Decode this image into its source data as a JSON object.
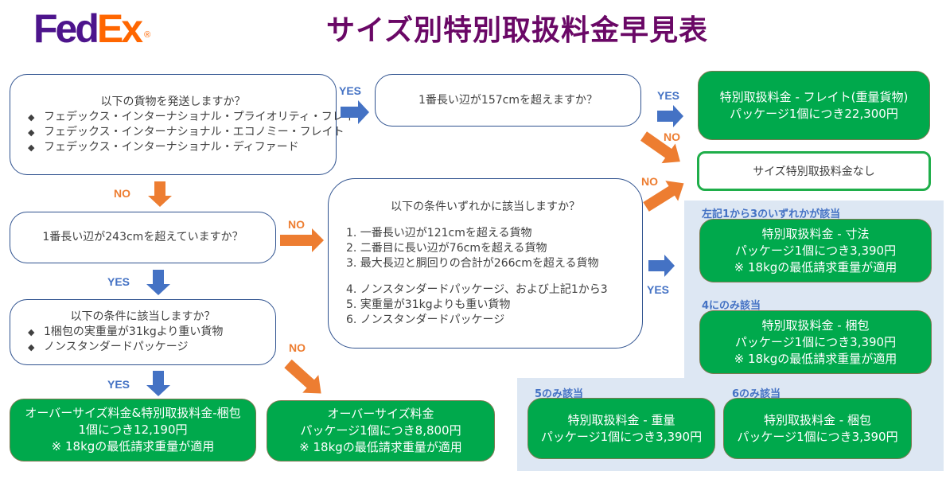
{
  "header": {
    "logo": {
      "fed": "Fed",
      "ex": "Ex",
      "reg": "®"
    },
    "title": "サイズ別特別取扱料金早見表"
  },
  "colors": {
    "title": "#6a0866",
    "question_border": "#2f528f",
    "result_green": "#00a94c",
    "yes_blue": "#4472c4",
    "no_orange": "#ed7d31",
    "panel_bg": "#dde7f3"
  },
  "labels": {
    "yes": "YES",
    "no": "NO"
  },
  "questions": {
    "q1": {
      "title": "以下の貨物を発送しますか？",
      "bullet": "◆",
      "items": [
        "フェデックス・インターナショナル・プライオリティ・フレイト",
        "フェデックス・インターナショナル・エコノミー・フレイト",
        "フェデックス・インターナショナル・ディファード"
      ]
    },
    "q2": {
      "title": "1番長い辺が157cmを超えますか？"
    },
    "q3": {
      "title": "1番長い辺が243cmを超えていますか？"
    },
    "q4": {
      "title": "以下の条件に該当しますか？",
      "bullet": "◆",
      "items": [
        "1梱包の実重量が31kgより重い貨物",
        "ノンスタンダードパッケージ"
      ]
    },
    "q5": {
      "title": "以下の条件いずれかに該当しますか？",
      "items_a": [
        "1. 一番長い辺が121cmを超える貨物",
        "2. 二番目に長い辺が76cmを超える貨物",
        "3. 最大長辺と胴回りの合計が266cmを超える貨物"
      ],
      "items_b": [
        "4. ノンスタンダードパッケージ、および上記1から3",
        "5. 実重量が31kgよりも重い貨物",
        "6. ノンスタンダードパッケージ"
      ]
    }
  },
  "results": {
    "freight": {
      "lines": [
        "特別取扱料金 - フレイト(重量貨物)",
        "パッケージ1個につき22,300円"
      ]
    },
    "none": {
      "lines": [
        "サイズ特別取扱料金なし"
      ]
    },
    "dimension": {
      "category": "左記1から3のいずれかが該当",
      "lines": [
        "特別取扱料金 - 寸法",
        "パッケージ1個につき3,390円",
        "※ 18kgの最低請求重量が適用"
      ]
    },
    "packaging4": {
      "category": "4にのみ該当",
      "lines": [
        "特別取扱料金 - 梱包",
        "パッケージ1個につき3,390円",
        "※ 18kgの最低請求重量が適用"
      ]
    },
    "weight5": {
      "category": "5のみ該当",
      "lines": [
        "特別取扱料金 - 重量",
        "パッケージ1個につき3,390円"
      ]
    },
    "packaging6": {
      "category": "6のみ該当",
      "lines": [
        "特別取扱料金 - 梱包",
        "パッケージ1個につき3,390円"
      ]
    },
    "oversize_pack": {
      "lines": [
        "オーバーサイズ料金&特別取扱料金-梱包",
        "1個につき12,190円",
        "※ 18kgの最低請求重量が適用"
      ]
    },
    "oversize": {
      "lines": [
        "オーバーサイズ料金",
        "パッケージ1個につき8,800円",
        "※ 18kgの最低請求重量が適用"
      ]
    }
  }
}
